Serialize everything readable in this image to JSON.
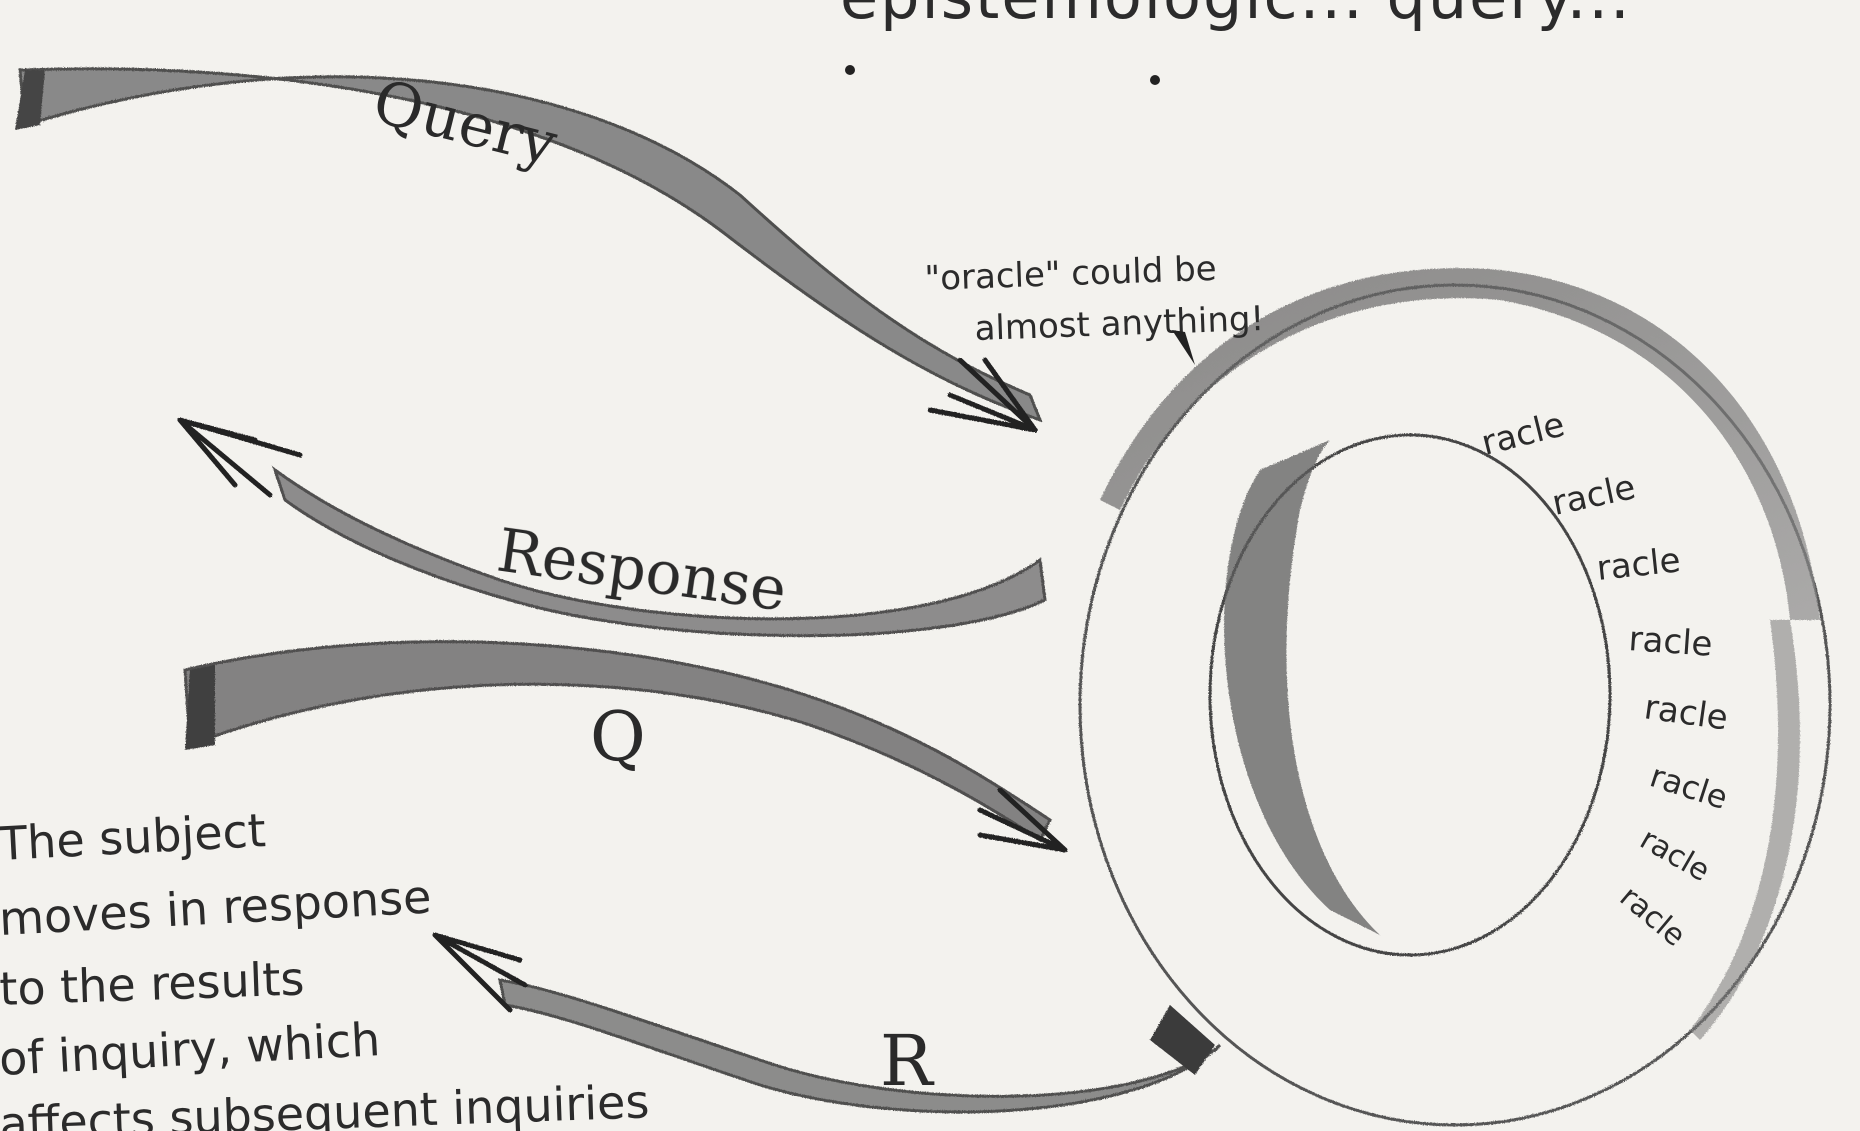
{
  "heading_fragment": "epistemologic... query...",
  "labels": {
    "query": "Query",
    "response": "Response",
    "q": "Q",
    "r": "R"
  },
  "oracle_note": {
    "line1": "\"oracle\" could be",
    "line2": "almost anything!"
  },
  "ring_labels": [
    "racle",
    "racle",
    "racle",
    "racle",
    "racle",
    "racle",
    "racle",
    "racle"
  ],
  "caption_lines": [
    "The subject",
    "moves in response",
    "to the results",
    "of inquiry, which",
    "affects subsequent inquiries"
  ],
  "colors": {
    "paper": "#f3f2ee",
    "pencil": "#2a2a2a",
    "shade": "#6e6e6e"
  }
}
